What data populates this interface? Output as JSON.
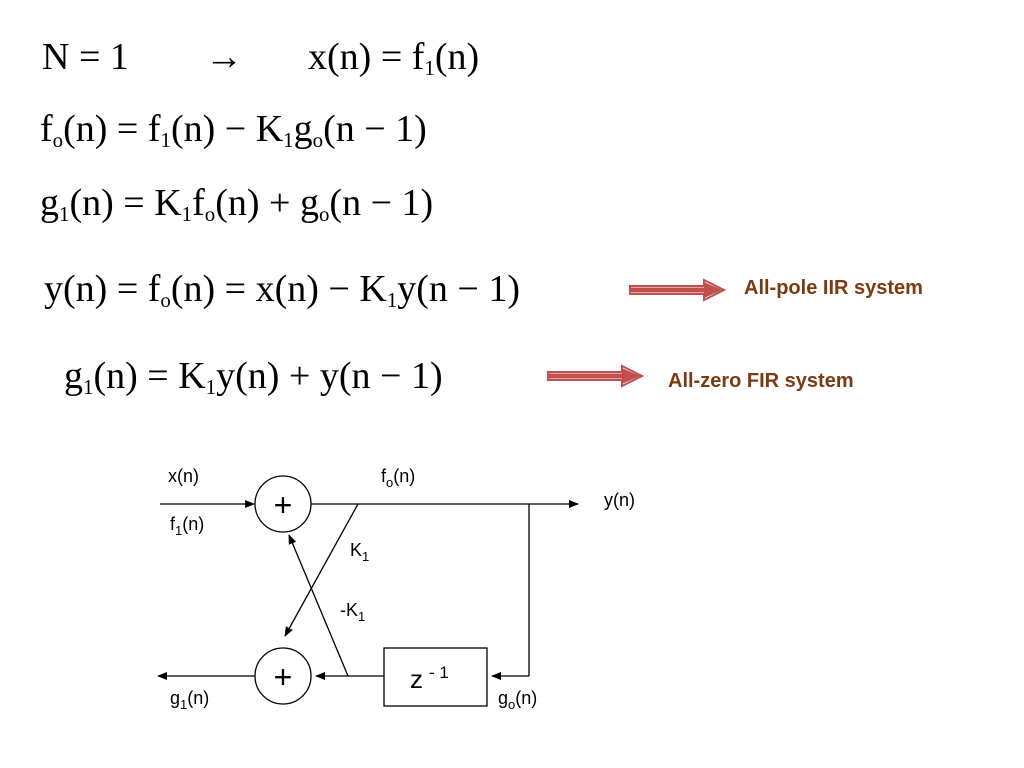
{
  "equations": {
    "eq1": {
      "lhs": "N",
      "eq": "=",
      "rhs": "1",
      "arrow": "→",
      "x": "x(n)",
      "eq2": "=",
      "f": "f",
      "f_sub": "1",
      "f_arg": "(n)"
    },
    "eq2": {
      "f": "f",
      "f_sub": "o",
      "arg": "(n)",
      "eq": "=",
      "f1": "f",
      "f1_sub": "1",
      "arg2": "(n)",
      "minus": "−",
      "k": "K",
      "k_sub": "1",
      "g": "g",
      "g_sub": "o",
      "arg3": "(n − 1)"
    },
    "eq3": {
      "g": "g",
      "g_sub": "1",
      "arg": "(n)",
      "eq": "=",
      "k": "K",
      "k_sub": "1",
      "f": "f",
      "f_sub": "o",
      "arg2": "(n)",
      "plus": "+",
      "g2": "g",
      "g2_sub": "o",
      "arg3": "(n − 1)"
    },
    "eq4": {
      "y": "y(n)",
      "eq": "=",
      "f": "f",
      "f_sub": "o",
      "arg": "(n)",
      "eq2": "=",
      "x": "x(n)",
      "minus": "−",
      "k": "K",
      "k_sub": "1",
      "y2": "y(n − 1)"
    },
    "eq5": {
      "g": "g",
      "g_sub": "1",
      "arg": "(n)",
      "eq": "=",
      "k": "K",
      "k_sub": "1",
      "y": "y(n)",
      "plus": "+",
      "y2": "y(n − 1)"
    }
  },
  "notes": {
    "all_pole": "All-pole IIR system",
    "all_zero": "All-zero FIR system"
  },
  "colors": {
    "note_text": "#7b3a12",
    "arrow_fill": "#c0504d"
  },
  "diagram": {
    "xn": "x(n)",
    "f1": "f",
    "f1_sub": "1",
    "f1_arg": "(n)",
    "fo": "f",
    "fo_sub": "o",
    "fo_arg": "(n)",
    "yn": "y(n)",
    "k1": "K",
    "k1_sub": "1",
    "mk1": "-K",
    "mk1_sub": "1",
    "g1": "g",
    "g1_sub": "1",
    "g1_arg": "(n)",
    "go": "g",
    "go_sub": "o",
    "go_arg": "(n)",
    "plus_top": "+",
    "plus_bottom": "+",
    "delay_z": "z",
    "delay_exp": "- 1"
  }
}
